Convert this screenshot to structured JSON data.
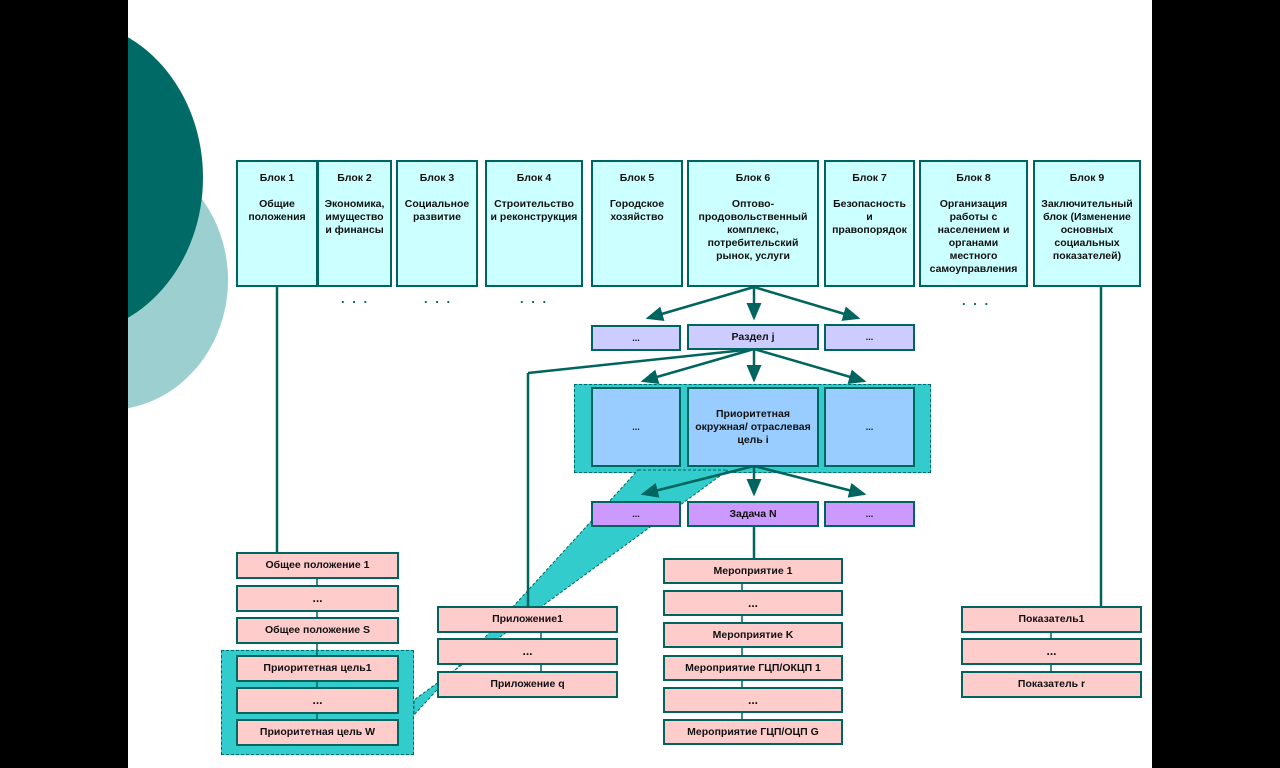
{
  "blocks": [
    {
      "title": "Блок 1",
      "text": "Общие положения"
    },
    {
      "title": "Блок 2",
      "text": "Экономика, имущество и финансы"
    },
    {
      "title": "Блок 3",
      "text": "Социальное развитие"
    },
    {
      "title": "Блок 4",
      "text": "Строительство и реконструкция"
    },
    {
      "title": "Блок 5",
      "text": "Городское хозяйство"
    },
    {
      "title": "Блок 6",
      "text": "Оптово-продовольственный комплекс, потребительский рынок, услуги"
    },
    {
      "title": "Блок 7",
      "text": "Безопасность и правопорядок"
    },
    {
      "title": "Блок 8",
      "text": "Организация работы с населением и органами местного самоуправления"
    },
    {
      "title": "Блок 9",
      "text": "Заключительный блок (Изменение основных социальных показателей)"
    }
  ],
  "ellipsis_small": "...",
  "ellipsis_spaced": ". . .",
  "sections": {
    "left": "...",
    "center": "Раздел j",
    "right": "..."
  },
  "goals": {
    "left": "...",
    "center": "Приоритетная окружная/ отраслевая цель i",
    "right": "..."
  },
  "tasks": {
    "left": "...",
    "center": "Задача N",
    "right": "..."
  },
  "general": [
    "Общее положение 1",
    "...",
    "Общее положение S"
  ],
  "priority_goals": [
    "Приоритетная цель1",
    "...",
    "Приоритетная цель W"
  ],
  "appendix": [
    "Приложение1",
    "...",
    "Приложение q"
  ],
  "measures": [
    "Мероприятие 1",
    "...",
    "Мероприятие K",
    "Мероприятие ГЦП/ОКЦП 1",
    "...",
    "Мероприятие ГЦП/ОЦП G"
  ],
  "indicators": [
    "Показатель1",
    "...",
    "Показатель r"
  ],
  "colors": {
    "teal": "#00645f",
    "block": "#ccffff",
    "section": "#ccccff",
    "goal": "#99ccff",
    "task": "#cc99ff",
    "item": "#ffcccc",
    "cluster": "#33cccc"
  }
}
